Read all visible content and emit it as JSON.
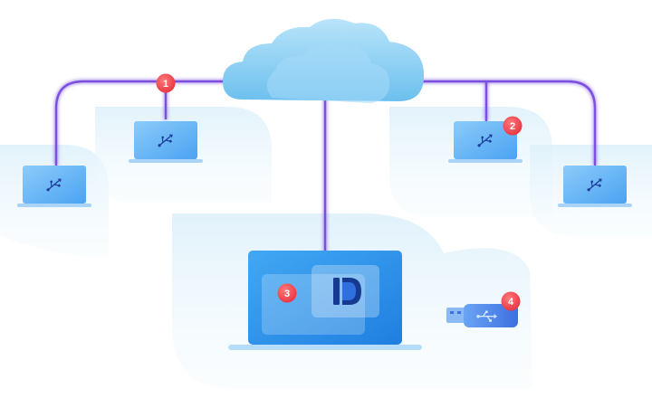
{
  "diagram": {
    "badges": [
      "1",
      "2",
      "3",
      "4"
    ],
    "icons": {
      "cloud": "cloud-icon",
      "remote_device": "usb-icon",
      "host_app": "app-logo-d",
      "usb_dongle": "usb-icon"
    },
    "remote_computer_count": 4,
    "colors": {
      "connector": "#7b4fe0",
      "connector_glow": "#c9b8ff",
      "cloud": "#8fd0f3",
      "laptop_screen": "#5fb2f6",
      "laptop_base": "#a9d4f7",
      "host_screen": "#1f8fe8",
      "badge": "#f0434f",
      "usb_body": "#3d7be6",
      "backdrop": "#e7f4fc",
      "app_logo": "#163a8f"
    }
  }
}
